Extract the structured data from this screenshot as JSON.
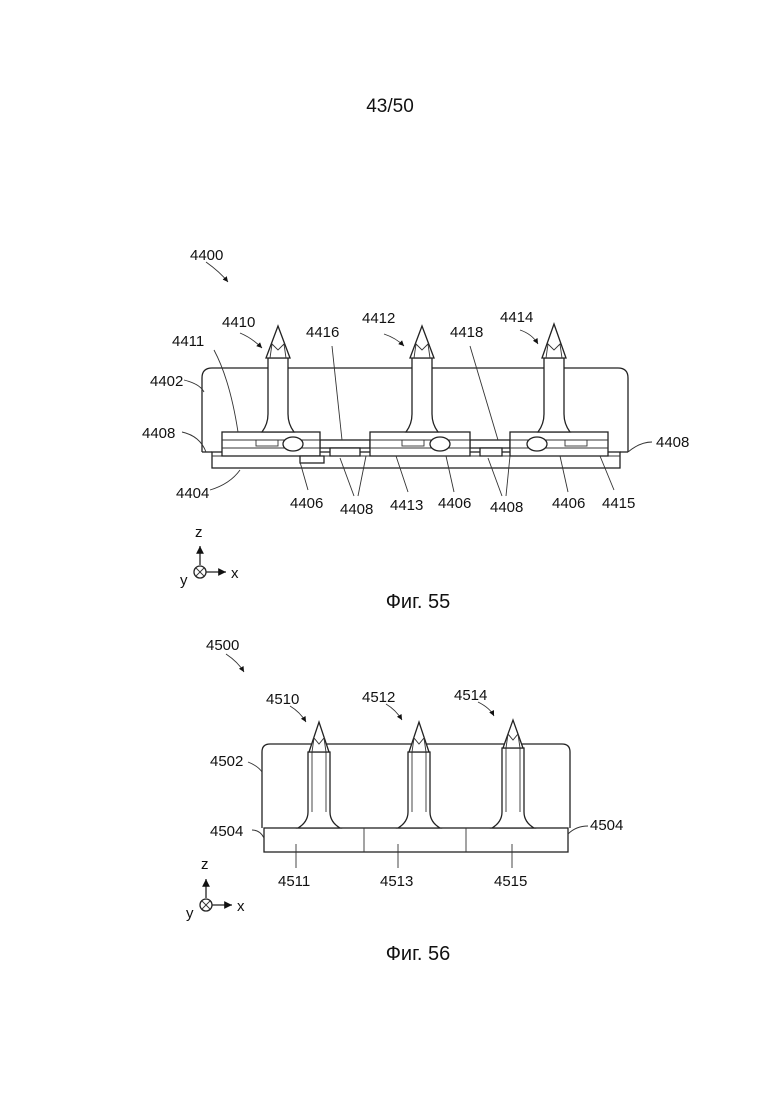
{
  "page_number": "43/50",
  "fig55": {
    "caption": "Фиг. 55",
    "labels": {
      "l4400": "4400",
      "l4410": "4410",
      "l4412": "4412",
      "l4414": "4414",
      "l4411": "4411",
      "l4416": "4416",
      "l4418": "4418",
      "l4402": "4402",
      "l4408_left": "4408",
      "l4408_right": "4408",
      "l4404": "4404",
      "l4406_a": "4406",
      "l4408_b": "4408",
      "l4413": "4413",
      "l4406_b": "4406",
      "l4408_c": "4408",
      "l4406_c": "4406",
      "l4415": "4415"
    },
    "axes": {
      "z": "z",
      "y": "y",
      "x": "x"
    }
  },
  "fig56": {
    "caption": "Фиг. 56",
    "labels": {
      "l4500": "4500",
      "l4510": "4510",
      "l4512": "4512",
      "l4514": "4514",
      "l4502": "4502",
      "l4504_left": "4504",
      "l4504_right": "4504",
      "l4511": "4511",
      "l4513": "4513",
      "l4515": "4515"
    },
    "axes": {
      "z": "z",
      "y": "y",
      "x": "x"
    }
  }
}
